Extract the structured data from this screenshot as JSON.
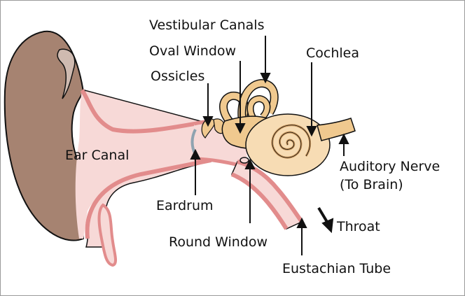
{
  "diagram": {
    "labels": {
      "vestibular_canals": "Vestibular Canals",
      "oval_window": "Oval Window",
      "ossicles": "Ossicles",
      "cochlea": "Cochlea",
      "ear_canal": "Ear Canal",
      "auditory_nerve_line1": "Auditory Nerve",
      "auditory_nerve_line2": "(To Brain)",
      "eardrum": "Eardrum",
      "round_window": "Round Window",
      "throat": "Throat",
      "eustachian_tube": "Eustachian Tube"
    },
    "colors": {
      "outer_ear": "#a68371",
      "canal_wall": "#e28c8c",
      "canal_fill": "#f7d9d7",
      "bone": "#f0c98f",
      "cochlea_body": "#f7dcb4",
      "outline": "#111111"
    }
  }
}
